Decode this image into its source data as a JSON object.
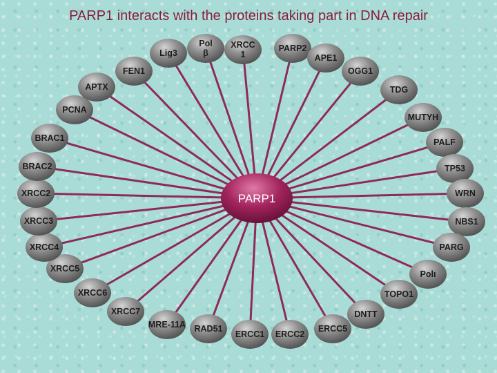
{
  "title": "PARP1 interacts with the proteins taking part in DNA repair",
  "hub": {
    "label": "PARP1"
  },
  "colors": {
    "title": "#8a1c3c",
    "spoke": "#8e2a58",
    "hub": "#a3245d",
    "node": "#7a7a7a",
    "background": "#a9dcd6"
  },
  "nodes": [
    {
      "label": "Lig3"
    },
    {
      "label": "Pol",
      "label2": "β"
    },
    {
      "label": "XRCC",
      "label2": "1"
    },
    {
      "label": "PARP2"
    },
    {
      "label": "APE1"
    },
    {
      "label": "OGG1"
    },
    {
      "label": "TDG"
    },
    {
      "label": "MUTYH"
    },
    {
      "label": "PALF"
    },
    {
      "label": "TP53"
    },
    {
      "label": "WRN"
    },
    {
      "label": "NBS1"
    },
    {
      "label": "PARG"
    },
    {
      "label": "Polι"
    },
    {
      "label": "TOPO1"
    },
    {
      "label": "DNTT"
    },
    {
      "label": "ERCC5"
    },
    {
      "label": "ERCC2"
    },
    {
      "label": "ERCC1"
    },
    {
      "label": "RAD51"
    },
    {
      "label": "MRE-11A"
    },
    {
      "label": "XRCC7"
    },
    {
      "label": "XRCC6"
    },
    {
      "label": "XRCC5"
    },
    {
      "label": "XRCC4"
    },
    {
      "label": "XRCC3"
    },
    {
      "label": "XRCC2"
    },
    {
      "label": "BRAC2"
    },
    {
      "label": "BRAC1"
    },
    {
      "label": "PCNA"
    },
    {
      "label": "APTX"
    },
    {
      "label": "FEN1"
    }
  ]
}
